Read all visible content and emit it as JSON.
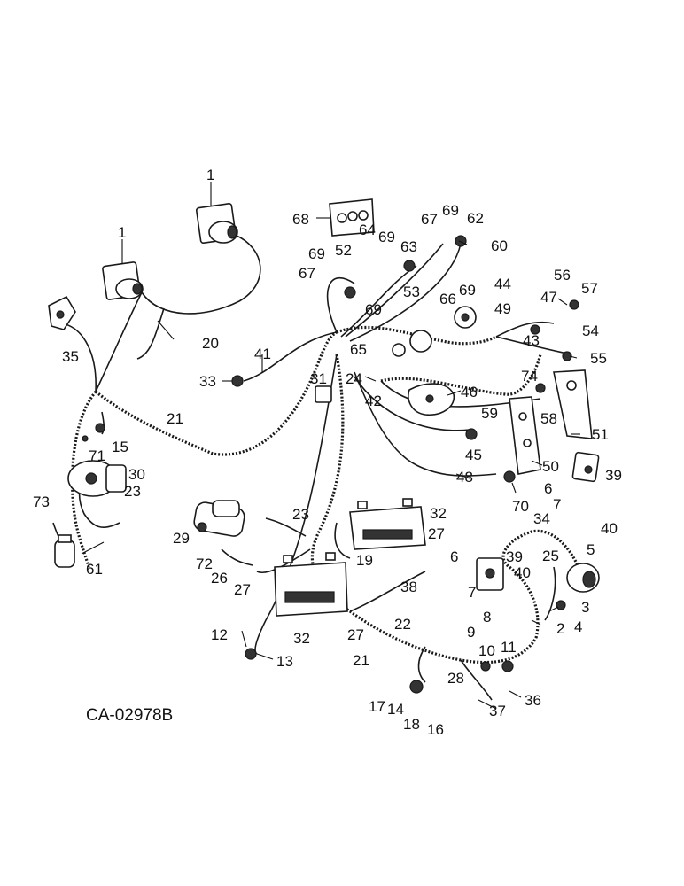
{
  "diagram_code": "CA-02978B",
  "labels": {
    "l1a": "1",
    "l1b": "1",
    "l2": "2",
    "l3": "3",
    "l4": "4",
    "l5": "5",
    "l6a": "6",
    "l6b": "6",
    "l7a": "7",
    "l7b": "7",
    "l8": "8",
    "l9": "9",
    "l10": "10",
    "l11": "11",
    "l12": "12",
    "l13": "13",
    "l14": "14",
    "l15": "15",
    "l16": "16",
    "l17": "17",
    "l18": "18",
    "l19": "19",
    "l20": "20",
    "l21a": "21",
    "l21b": "21",
    "l22": "22",
    "l23a": "23",
    "l23b": "23",
    "l24": "24",
    "l25": "25",
    "l26": "26",
    "l27a": "27",
    "l27b": "27",
    "l27c": "27",
    "l28": "28",
    "l29": "29",
    "l30": "30",
    "l31": "31",
    "l32a": "32",
    "l32b": "32",
    "l33": "33",
    "l34": "34",
    "l35": "35",
    "l36": "36",
    "l37": "37",
    "l38": "38",
    "l39a": "39",
    "l39b": "39",
    "l40a": "40",
    "l40b": "40",
    "l41": "41",
    "l42": "42",
    "l43": "43",
    "l44": "44",
    "l45": "45",
    "l46": "46",
    "l47": "47",
    "l48": "48",
    "l49": "49",
    "l50": "50",
    "l51": "51",
    "l52": "52",
    "l53": "53",
    "l54": "54",
    "l55": "55",
    "l56": "56",
    "l57": "57",
    "l58": "58",
    "l59": "59",
    "l60": "60",
    "l61": "61",
    "l62": "62",
    "l63": "63",
    "l64": "64",
    "l65": "65",
    "l66": "66",
    "l67a": "67",
    "l67b": "67",
    "l68": "68",
    "l69a": "69",
    "l69b": "69",
    "l69c": "69",
    "l69d": "69",
    "l69e": "69",
    "l70": "70",
    "l71": "71",
    "l72": "72",
    "l73": "73",
    "l74": "74"
  }
}
